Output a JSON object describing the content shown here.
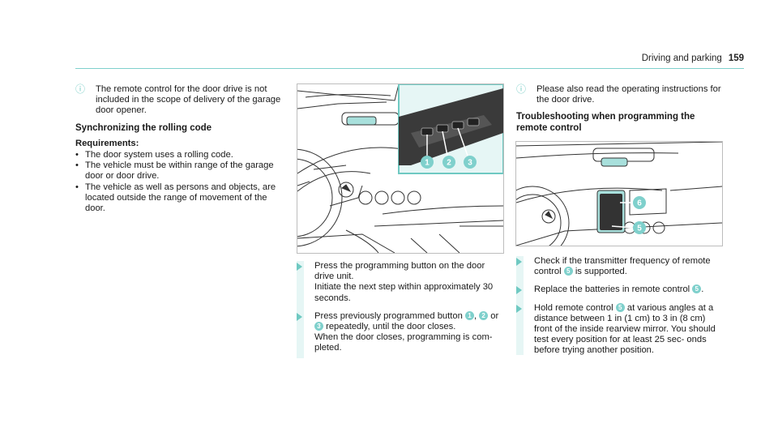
{
  "header": {
    "section": "Driving and parking",
    "page": "159"
  },
  "col1": {
    "note": "The remote control for the door drive is not included in the scope of delivery of the garage door opener.",
    "heading": "Synchronizing the rolling code",
    "req_title": "Requirements:",
    "requirements": [
      "The door system uses a rolling code.",
      "The vehicle must be within range of the garage door or door drive.",
      "The vehicle as well as persons and objects, are located outside the range of movement of the door."
    ]
  },
  "figure1": {
    "labels": [
      "1",
      "2",
      "3"
    ]
  },
  "col2": {
    "step1_a": "Press the programming button on the door drive unit.",
    "step1_b": "Initiate the next step within approximately 30 seconds.",
    "step2_pre": "Press previously programmed button",
    "step2_sep": ",",
    "step2_or": "or",
    "step2_rest": "repeatedly, until the door closes.",
    "step2_b": "When the door closes, programming is com- pleted.",
    "n1": "1",
    "n2": "2",
    "n3": "3"
  },
  "col3": {
    "note": "Please also read the operating instructions for the door drive.",
    "heading": "Troubleshooting when programming the remote control",
    "step1_pre": "Check if the transmitter frequency of remote control",
    "step1_post": "is supported.",
    "step2_pre": "Replace the batteries in remote control",
    "step2_post": ".",
    "step3_pre": "Hold remote control",
    "step3_post": "at various angles at a distance between 1 in (1 cm) to 3 in (8 cm) front of the inside rearview mirror. You should test every position for at least 25 sec- onds before trying another position.",
    "n5": "5"
  },
  "figure2": {
    "labels": [
      "6",
      "5"
    ]
  },
  "colors": {
    "accent": "#6fc9c2",
    "accent_fill": "#a8e0dc",
    "line": "#333333"
  }
}
